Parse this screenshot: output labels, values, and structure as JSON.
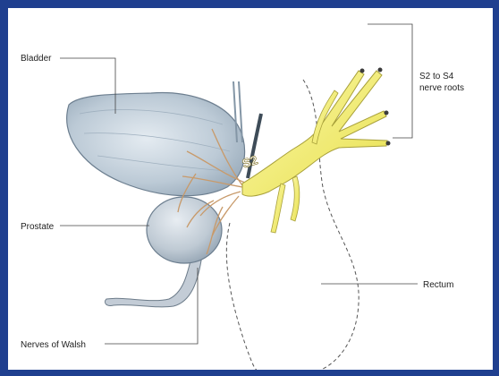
{
  "labels": {
    "bladder": "Bladder",
    "prostate": "Prostate",
    "nerves_of_walsh": "Nerves of Walsh",
    "rectum": "Rectum",
    "nerve_roots_line1": "S2 to S4",
    "nerve_roots_line2": "nerve roots",
    "plexus": "S2"
  },
  "colors": {
    "frame": "#1f3f8f",
    "nerve": "#f2ee66",
    "organ": "#b9c6d2",
    "nerve_fibers": "#c89a6a",
    "label_text": "#222222"
  }
}
